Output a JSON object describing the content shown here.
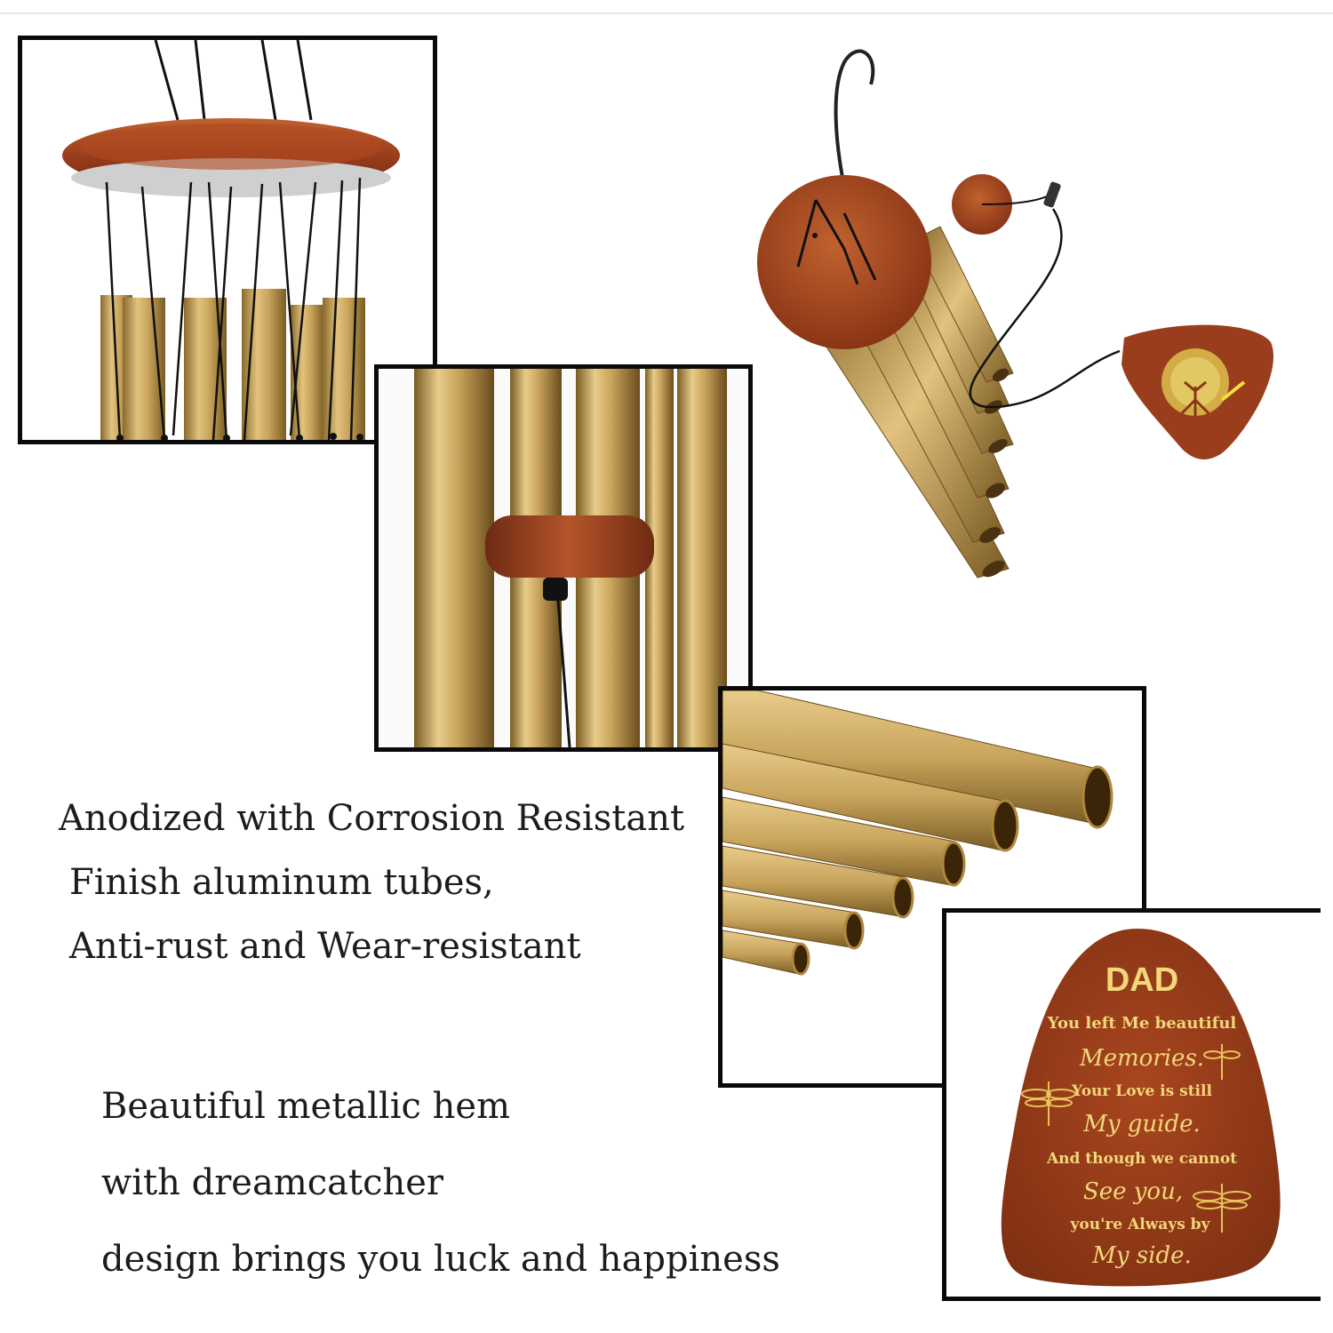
{
  "captions": {
    "block1": {
      "line1": "Anodized with Corrosion Resistant",
      "line2": "Finish aluminum tubes,",
      "line3": "Anti-rust and Wear-resistant"
    },
    "block2": {
      "line1": "Beautiful metallic hem",
      "line2": "with dreamcatcher",
      "line3": "design brings you luck and happiness"
    }
  },
  "plaque": {
    "title": "DAD",
    "line1": "You left Me beautiful",
    "line2": "Memories.",
    "line3": "Your Love is still",
    "line4": "My guide.",
    "line5": "And though we cannot",
    "line6": "See you,",
    "line7": "you're Always by",
    "line8": "My side."
  },
  "colors": {
    "gold": "#c9a45c",
    "gold_dark": "#8a6a2e",
    "wood": "#9a3d1c",
    "wood_light": "#b4552a",
    "plaque_text": "#f3d77a",
    "frame": "#0a0a0a"
  },
  "icons": [
    "tree-of-life-icon",
    "dragonfly-icon"
  ]
}
